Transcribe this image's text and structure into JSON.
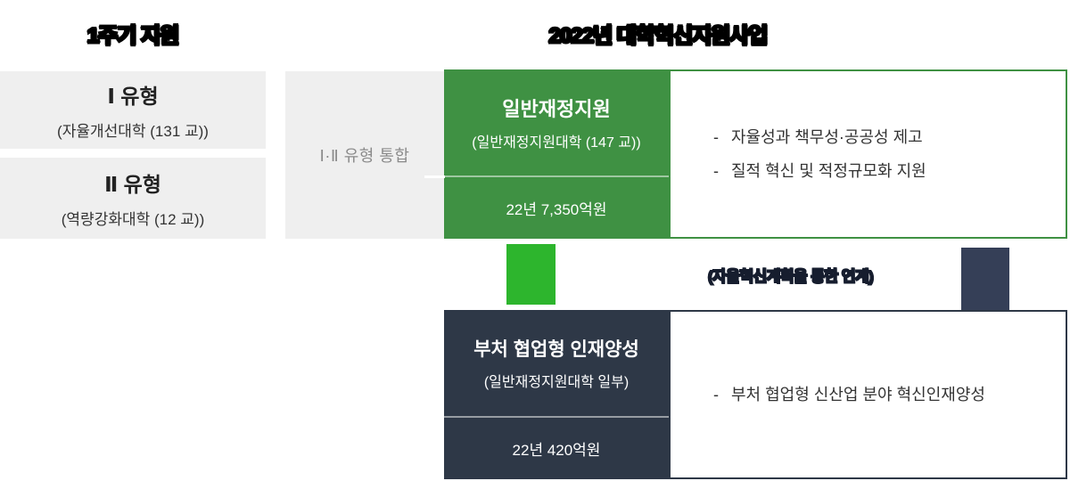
{
  "headers": {
    "left": "1주기 지원",
    "right": "2022년 대학혁신지원사업"
  },
  "left_column": {
    "type1": {
      "title": "Ⅰ 유형",
      "subtitle": "(자율개선대학 (131 교))"
    },
    "type2": {
      "title": "Ⅱ 유형",
      "subtitle": "(역량강화대학 (12 교))"
    }
  },
  "merge_box": {
    "label": "Ⅰ·Ⅱ 유형 통합"
  },
  "general_support": {
    "title": "일반재정지원",
    "subtitle": "(일반재정지원대학 (147 교))",
    "budget": "22년 7,350억원",
    "points": [
      "자율성과 책무성·공공성 제고",
      "질적 혁신 및 적정규모화 지원"
    ]
  },
  "link_label": "(자율혁신계획을 통한 연계)",
  "ministry_program": {
    "title": "부처 협업형 인재양성",
    "subtitle": "(일반재정지원대학 일부)",
    "budget": "22년 420억원",
    "points": [
      "부처 협업형 신산업 분야 혁신인재양성"
    ]
  },
  "bullet_dash": "-",
  "icons": {
    "green_connector": "down-connector-bar",
    "navy_connector": "up-connector-bar"
  },
  "colors": {
    "green": "#3f9143",
    "bright_green": "#2db52d",
    "navy": "#2e3847",
    "navy_connector": "#353f57",
    "gray_box": "#efefef",
    "gray_text": "#8b8b8b",
    "dark_text": "#333333",
    "header_text": "#000000"
  }
}
